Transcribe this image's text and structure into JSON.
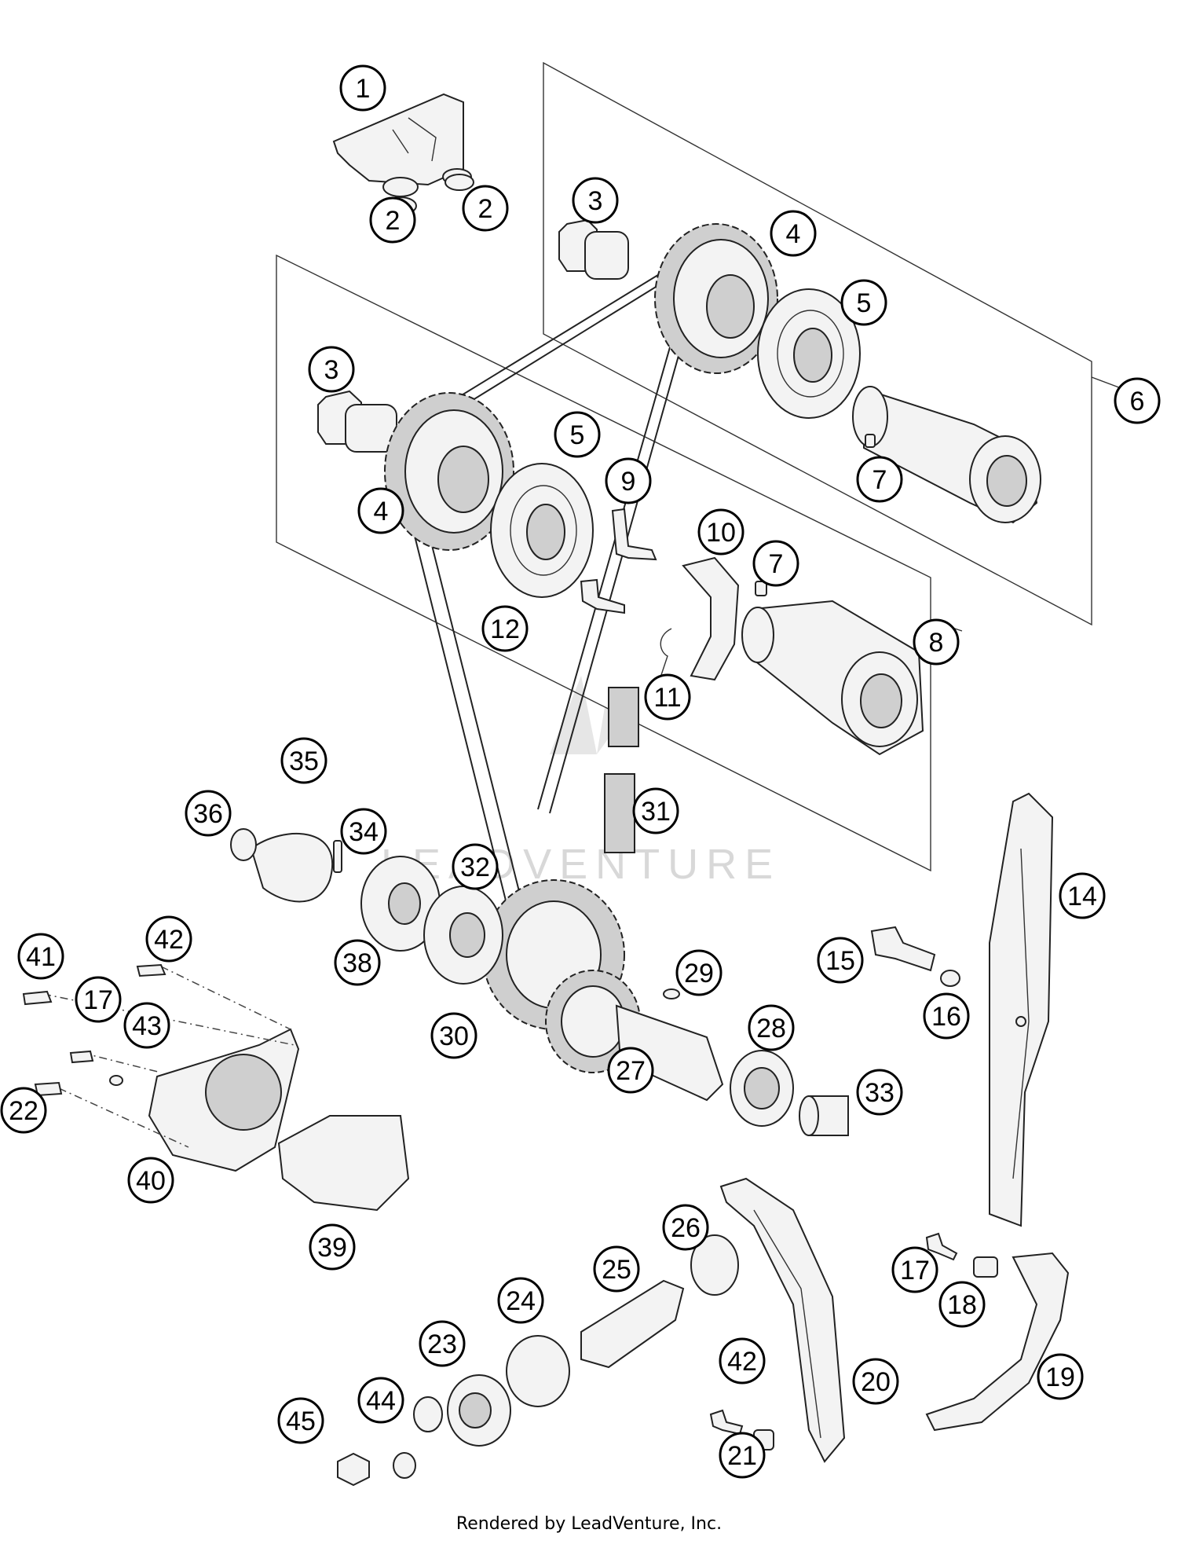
{
  "diagram": {
    "watermark": "LEADVENTURE",
    "labels": [
      "1",
      "2",
      "2",
      "3",
      "4",
      "5",
      "6",
      "3",
      "5",
      "4",
      "7",
      "9",
      "10",
      "7",
      "8",
      "12",
      "11",
      "35",
      "36",
      "34",
      "31",
      "32",
      "14",
      "42",
      "41",
      "38",
      "29",
      "15",
      "16",
      "17",
      "43",
      "30",
      "28",
      "22",
      "27",
      "33",
      "40",
      "39",
      "26",
      "17",
      "25",
      "18",
      "24",
      "23",
      "42",
      "20",
      "19",
      "44",
      "45",
      "21"
    ],
    "footer": "Rendered by LeadVenture, Inc."
  },
  "colors": {
    "ink": "#000000",
    "part_fill": "#f3f3f3",
    "shade": "#cfcfcf",
    "watermark": "#d8d8d8"
  }
}
